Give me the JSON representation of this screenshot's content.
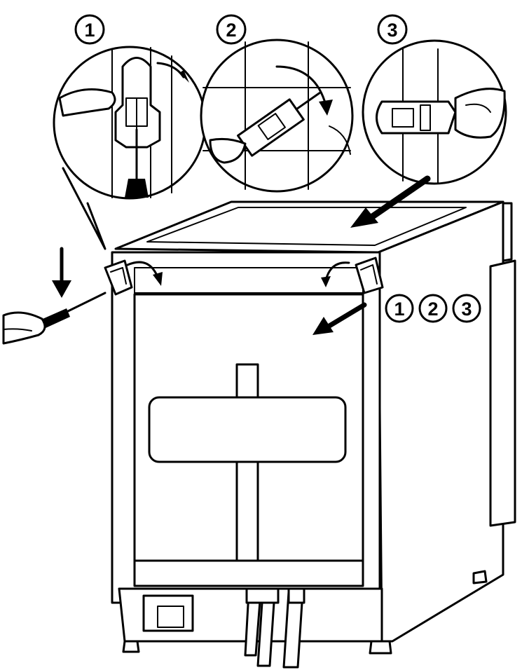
{
  "steps": {
    "step1": "1",
    "step2": "2",
    "step3": "3"
  },
  "side_labels": [
    "1",
    "2",
    "3"
  ],
  "icons": [
    "screwdriver-icon",
    "hand-icon",
    "clip-icon",
    "arrow-icon"
  ],
  "colors": {
    "line": "#000000",
    "background": "#ffffff"
  }
}
